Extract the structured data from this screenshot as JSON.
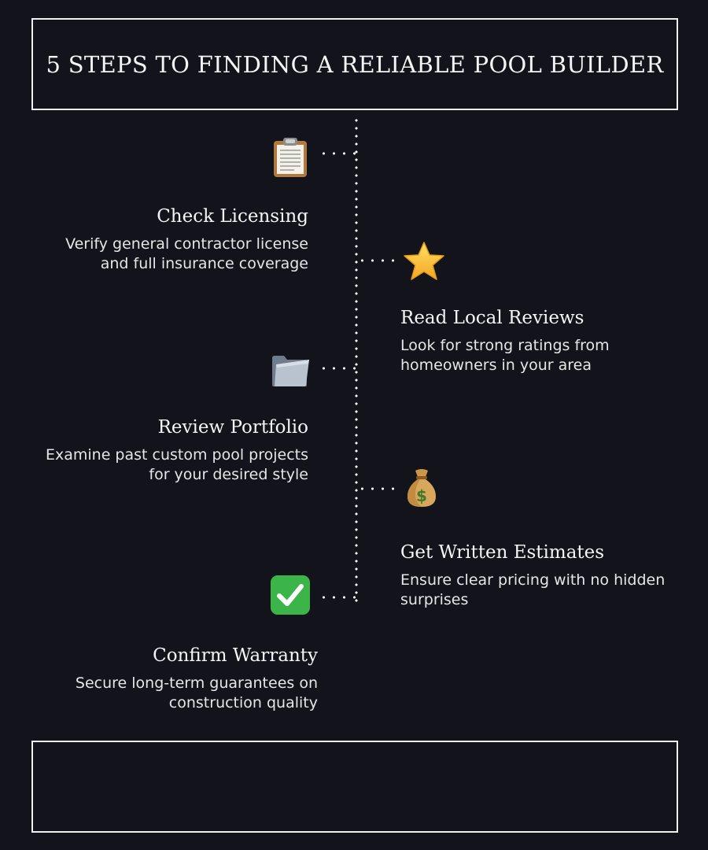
{
  "header": {
    "title": "5 STEPS TO FINDING A RELIABLE POOL BUILDER"
  },
  "steps": [
    {
      "title": "Check Licensing",
      "description": "Verify general contractor license and full insurance coverage",
      "icon": "clipboard-icon",
      "side": "left"
    },
    {
      "title": "Read Local Reviews",
      "description": "Look for strong ratings from homeowners in your area",
      "icon": "star-icon",
      "side": "right"
    },
    {
      "title": "Review Portfolio",
      "description": "Examine past custom pool projects for your desired style",
      "icon": "folder-icon",
      "side": "left"
    },
    {
      "title": "Get Written Estimates",
      "description": "Ensure clear pricing with no hidden surprises",
      "icon": "money-bag-icon",
      "side": "right"
    },
    {
      "title": "Confirm Warranty",
      "description": "Secure long-term guarantees on construction quality",
      "icon": "check-mark-icon",
      "side": "left"
    }
  ],
  "colors": {
    "background": "#13141b",
    "line": "#ffffff",
    "text": "#f2f2f2",
    "star": "#f7c531",
    "check": "#3bb54a"
  }
}
